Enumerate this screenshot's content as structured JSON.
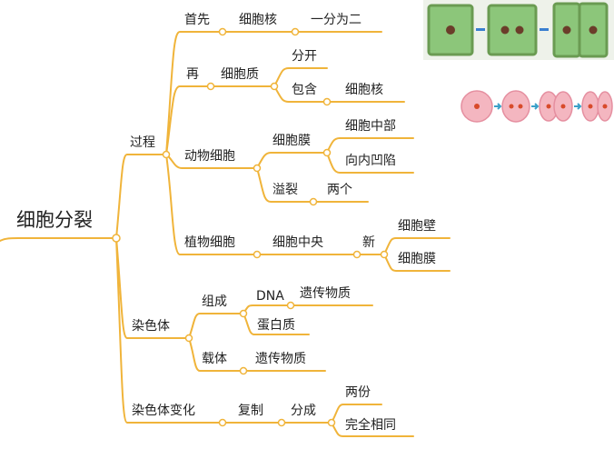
{
  "colors": {
    "branch": "#f0b43a",
    "node_dot": "#ffffff",
    "plant_cell_fill": "#8cc67a",
    "plant_cell_wall": "#6a9b52",
    "nucleus": "#6b3d2a",
    "animal_cell_fill": "#f4b6c0",
    "animal_cell_nucleus": "#d84a2a",
    "arrow_blue": "#3a7fd0"
  },
  "mindmap": {
    "root": "细胞分裂",
    "process": {
      "label": "过程",
      "first": {
        "label": "首先",
        "object": "细胞核",
        "result": "一分为二"
      },
      "then": {
        "label": "再",
        "object": "细胞质",
        "split": "分开",
        "contain": "包含",
        "contain_object": "细胞核"
      },
      "animal": {
        "label": "动物细胞",
        "membrane": "细胞膜",
        "middle": "细胞中部",
        "inward": "向内凹陷",
        "pinch": "溢裂",
        "two": "两个"
      },
      "plant": {
        "label": "植物细胞",
        "center": "细胞中央",
        "new": "新",
        "wall": "细胞壁",
        "membrane": "细胞膜"
      }
    },
    "chromosome": {
      "label": "染色体",
      "composition": {
        "label": "组成",
        "dna": "DNA",
        "dna_role": "遗传物质",
        "protein": "蛋白质"
      },
      "carrier": {
        "label": "载体",
        "object": "遗传物质"
      }
    },
    "change": {
      "label": "染色体变化",
      "copy": "复制",
      "divide": "分成",
      "two_parts": "两份",
      "identical": "完全相同"
    }
  },
  "illustrations": {
    "plant_cells": "plant-cell-division-sequence",
    "animal_cells": "animal-cell-division-sequence"
  }
}
